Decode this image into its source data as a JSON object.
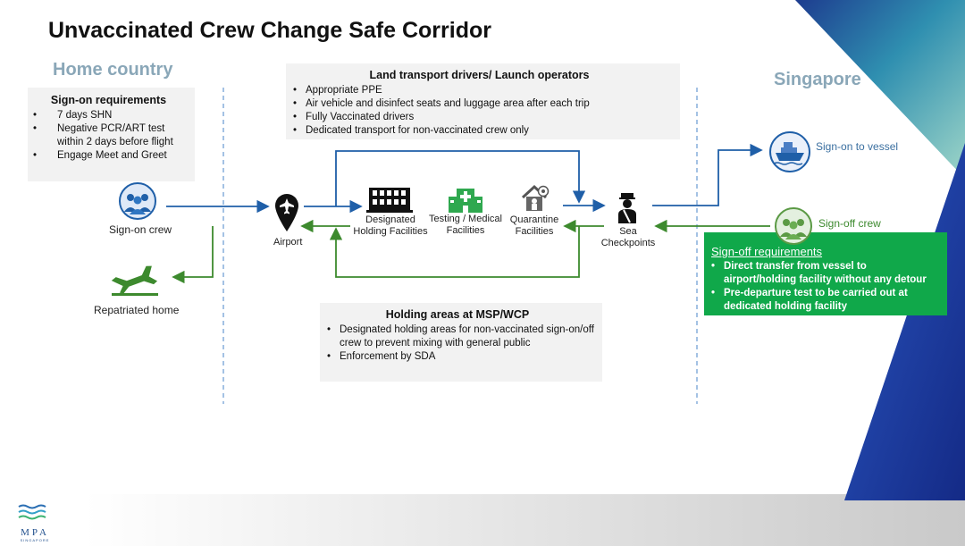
{
  "title": "Unvaccinated Crew Change Safe Corridor",
  "regions": {
    "home": "Home country",
    "singapore": "Singapore"
  },
  "signon_requirements": {
    "heading": "Sign-on requirements",
    "items": [
      "7 days SHN",
      "Negative PCR/ART test within 2 days before flight",
      "Engage Meet and Greet"
    ]
  },
  "land_transport": {
    "heading": "Land transport drivers/ Launch operators",
    "items": [
      "Appropriate PPE",
      "Air vehicle and disinfect seats and luggage area after each trip",
      "Fully Vaccinated drivers",
      "Dedicated transport for non-vaccinated crew only"
    ]
  },
  "holding_areas": {
    "heading": "Holding areas at MSP/WCP",
    "items": [
      "Designated holding areas for non-vaccinated sign-on/off crew to prevent mixing with general public",
      "Enforcement by SDA"
    ]
  },
  "signoff_requirements": {
    "heading": "Sign-off requirements",
    "items": [
      "Direct transfer from vessel to airport/holding facility without any detour",
      "Pre-departure test to be carried out at dedicated holding facility"
    ]
  },
  "nodes": {
    "signon_crew": "Sign-on crew",
    "airport": "Airport",
    "holding": "Designated Holding Facilities",
    "testing": "Testing / Medical Facilities",
    "quarantine": "Quarantine Facilities",
    "sea": "Sea Checkpoints",
    "vessel": "Sign-on to vessel",
    "signoff_crew": "Sign-off crew",
    "repatriated": "Repatriated home"
  },
  "logo": {
    "name": "MPA",
    "sub": "SINGAPORE"
  },
  "colors": {
    "blue_arrow": "#1f5fa8",
    "green_arrow": "#3d8a2e",
    "green_box": "#10a84a",
    "navy": "#1a2b8c"
  }
}
